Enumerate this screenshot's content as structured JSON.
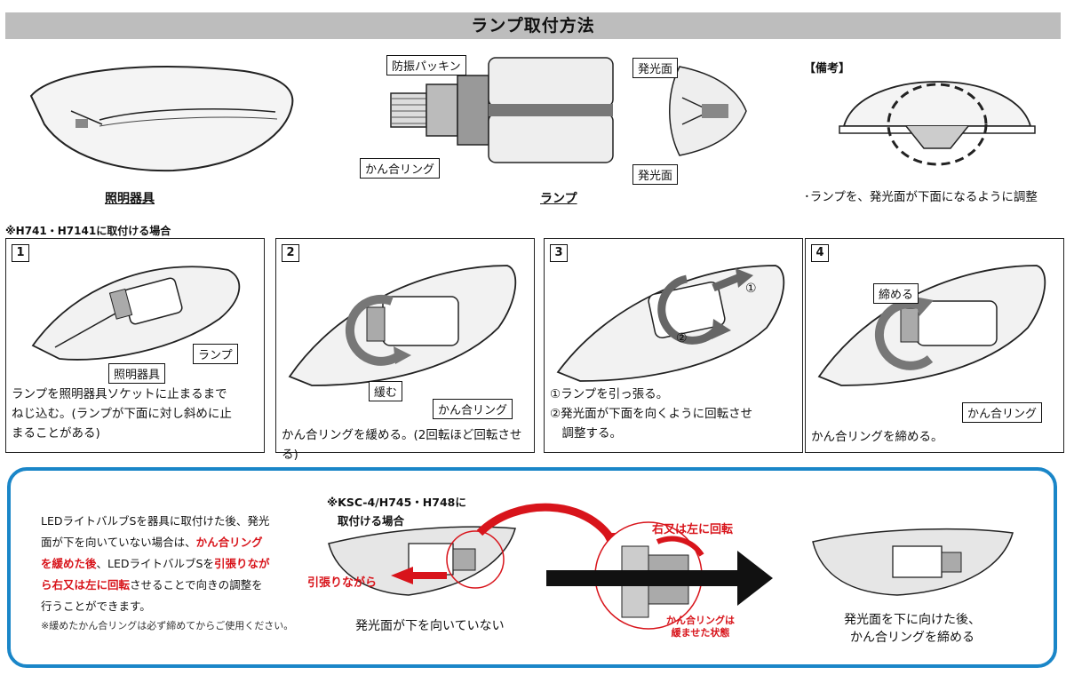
{
  "title": "ランプ取付方法",
  "top": {
    "fixture_caption": "照明器具",
    "lamp_caption": "ランプ",
    "label_packing": "防振パッキン",
    "label_emit_top": "発光面",
    "label_emit_bottom": "発光面",
    "label_ring": "かん合リング",
    "remarks_title": "【備考】",
    "remarks_text": "･ランプを、発光面が下面になるように調整"
  },
  "section_note": "※H741・H7141に取付ける場合",
  "steps": [
    {
      "num": "1",
      "label_lamp": "ランプ",
      "label_fixture": "照明器具",
      "lines": [
        "ランプを照明器具ソケットに止まるまで",
        "ねじ込む。(ランプが下面に対し斜めに止",
        "まることがある)"
      ]
    },
    {
      "num": "2",
      "label_loosen": "緩む",
      "label_ring": "かん合リング",
      "lines": [
        "かん合リングを緩める。(2回転ほど回転させる)"
      ]
    },
    {
      "num": "3",
      "mark1": "①",
      "mark2": "②",
      "lines": [
        "①ランプを引っ張る。",
        "②発光面が下面を向くように回転させ",
        "　調整する。"
      ]
    },
    {
      "num": "4",
      "label_tighten": "締める",
      "label_ring": "かん合リング",
      "lines": [
        "かん合リングを締める。"
      ]
    }
  ],
  "bottom": {
    "para": {
      "l1": "LEDライトバルブSを器具に取付けた後、発光",
      "l2a": "面が下を向いていない場合は、",
      "l2b": "かん合リング",
      "l3a": "を緩めた後",
      "l3b": "、LEDライトバルブSを",
      "l3c": "引張りなが",
      "l4a": "ら右又は左に回転",
      "l4b": "させることで向きの調整を",
      "l5": "行うことができます。"
    },
    "footnote": "※緩めたかん合リングは必ず締めてからご使用ください。",
    "ksc_note_1": "※KSC-4/H745・H748に",
    "ksc_note_2": "取付ける場合",
    "pull_label": "引張りながら",
    "rotate_label": "右又は左に回転",
    "loosened_label_1": "かん合リングは",
    "loosened_label_2": "緩ませた状態",
    "caption_left": "発光面が下を向いていない",
    "caption_right_1": "発光面を下に向けた後、",
    "caption_right_2": "かん合リングを締める"
  },
  "colors": {
    "accent_red": "#d8141b",
    "frame_blue": "#1a86c8",
    "title_gray": "#bdbdbd"
  }
}
